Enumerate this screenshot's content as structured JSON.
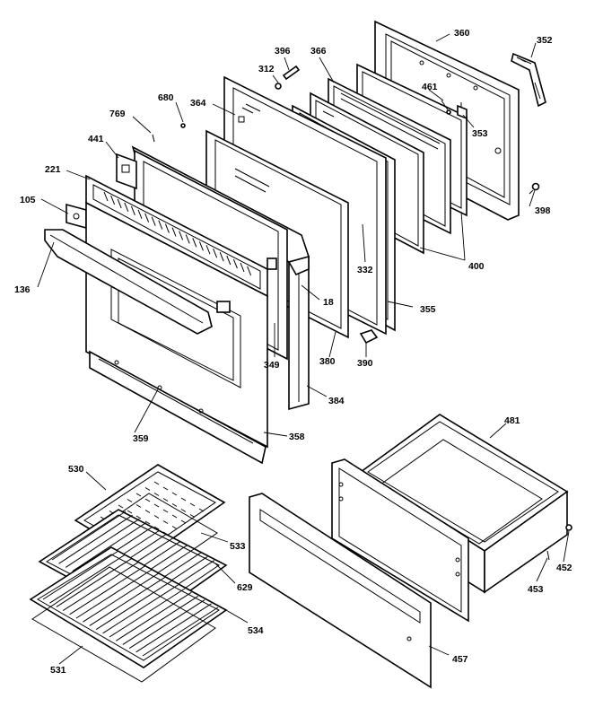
{
  "callouts": {
    "c360": "360",
    "c352": "352",
    "c396": "396",
    "c366": "366",
    "c312": "312",
    "c364": "364",
    "c680": "680",
    "c769": "769",
    "c461": "461",
    "c353": "353",
    "c441": "441",
    "c221": "221",
    "c105": "105",
    "c136": "136",
    "c332": "332",
    "c398": "398",
    "c400": "400",
    "c18": "18",
    "c355": "355",
    "c349": "349",
    "c380": "380",
    "c390": "390",
    "c384": "384",
    "c359": "359",
    "c358": "358",
    "c481": "481",
    "c530": "530",
    "c533": "533",
    "c629": "629",
    "c534": "534",
    "c531": "531",
    "c452": "452",
    "c453": "453",
    "c457": "457"
  }
}
